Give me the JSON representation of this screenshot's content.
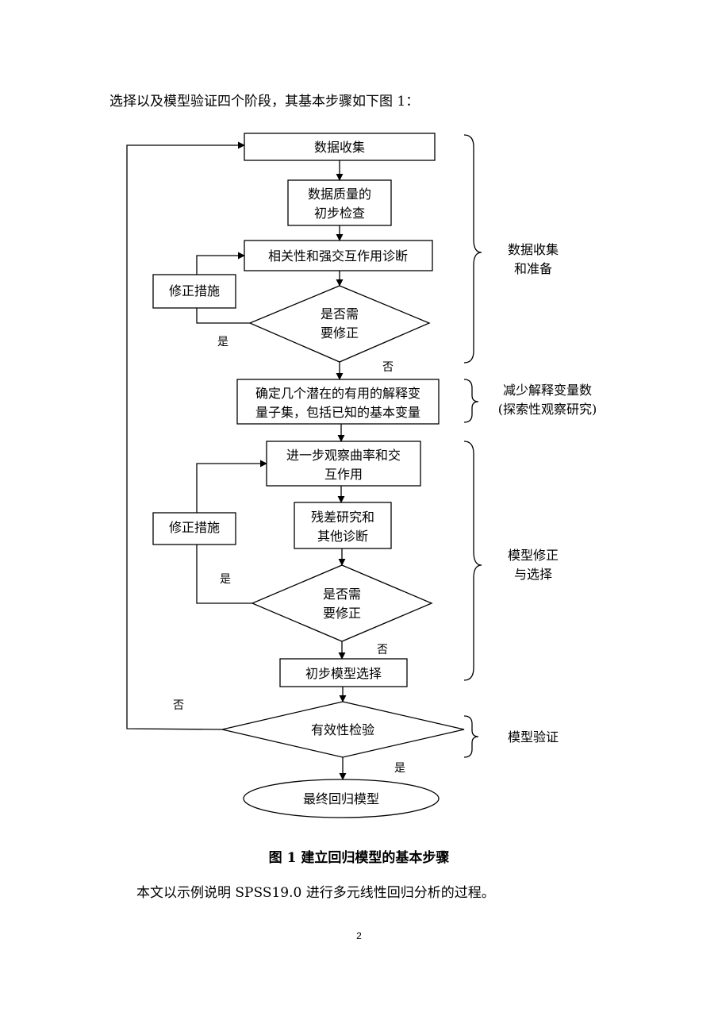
{
  "intro_text": "选择以及模型验证四个阶段，其基本步骤如下图 1：",
  "flowchart": {
    "data_collection": "数据收集",
    "quality_check": [
      "数据质量的",
      "初步检查"
    ],
    "correlation_diag": "相关性和强交互作用诊断",
    "fix_measure_1": "修正措施",
    "decision_1": [
      "是否需",
      "要修正"
    ],
    "subset_select": [
      "确定几个潜在的有用的解释变",
      "量子集，包括已知的基本变量"
    ],
    "curvature": [
      "进一步观察曲率和交",
      "互作用"
    ],
    "fix_measure_2": "修正措施",
    "residual": [
      "残差研究和",
      "其他诊断"
    ],
    "decision_2": [
      "是否需",
      "要修正"
    ],
    "prelim_model": "初步模型选择",
    "validity": "有效性检验",
    "final_model": "最终回归模型",
    "yes": "是",
    "no": "否"
  },
  "stages": {
    "stage1": [
      "数据收集",
      "和准备"
    ],
    "stage2": [
      "减少解释变量数",
      "(探索性观察研究)"
    ],
    "stage3": [
      "模型修正",
      "与选择"
    ],
    "stage4": "模型验证"
  },
  "caption": "图 1  建立回归模型的基本步骤",
  "body_text": "本文以示例说明 SPSS19.0 进行多元线性回归分析的过程。",
  "page_number": "2"
}
